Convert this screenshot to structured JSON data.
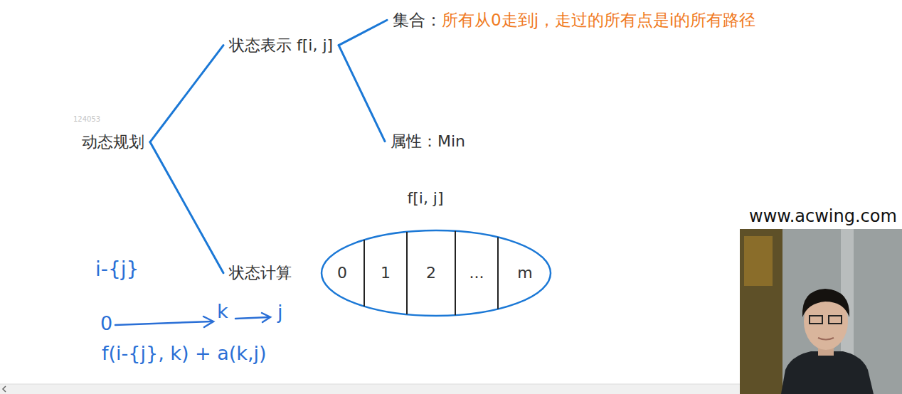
{
  "diagram": {
    "nodes": [
      {
        "text": [
          "动态规划"
        ]
      },
      {
        "text": [
          "状态表示 f[i, j]"
        ]
      },
      {
        "text": [
          "集合：",
          "所有从0走到j，走过的所有点是i的所有路径"
        ]
      },
      {
        "text": [
          "属性：Min"
        ]
      },
      {
        "text": [
          "状态计算"
        ]
      },
      {
        "text": [
          "f[i, j]"
        ]
      },
      {
        "text": [
          "0"
        ],
        "in": 5
      },
      {
        "text": [
          "1"
        ],
        "in": 5
      },
      {
        "text": [
          "2"
        ],
        "in": 5
      },
      {
        "text": [
          "..."
        ],
        "in": 5
      },
      {
        "text": [
          "m"
        ],
        "in": 5
      }
    ],
    "edges": [
      {
        "from": 0,
        "to": 1,
        "arrow": "none"
      },
      {
        "from": 0,
        "to": 4,
        "arrow": "none"
      },
      {
        "from": 1,
        "to": 2,
        "arrow": "none"
      },
      {
        "from": 1,
        "to": 3,
        "arrow": "none"
      }
    ],
    "labels": [
      "124053",
      "i-{j}",
      "0",
      "k",
      "j",
      "f(i-{j}, k) + a(k,j)",
      "www.acwing.com"
    ]
  }
}
